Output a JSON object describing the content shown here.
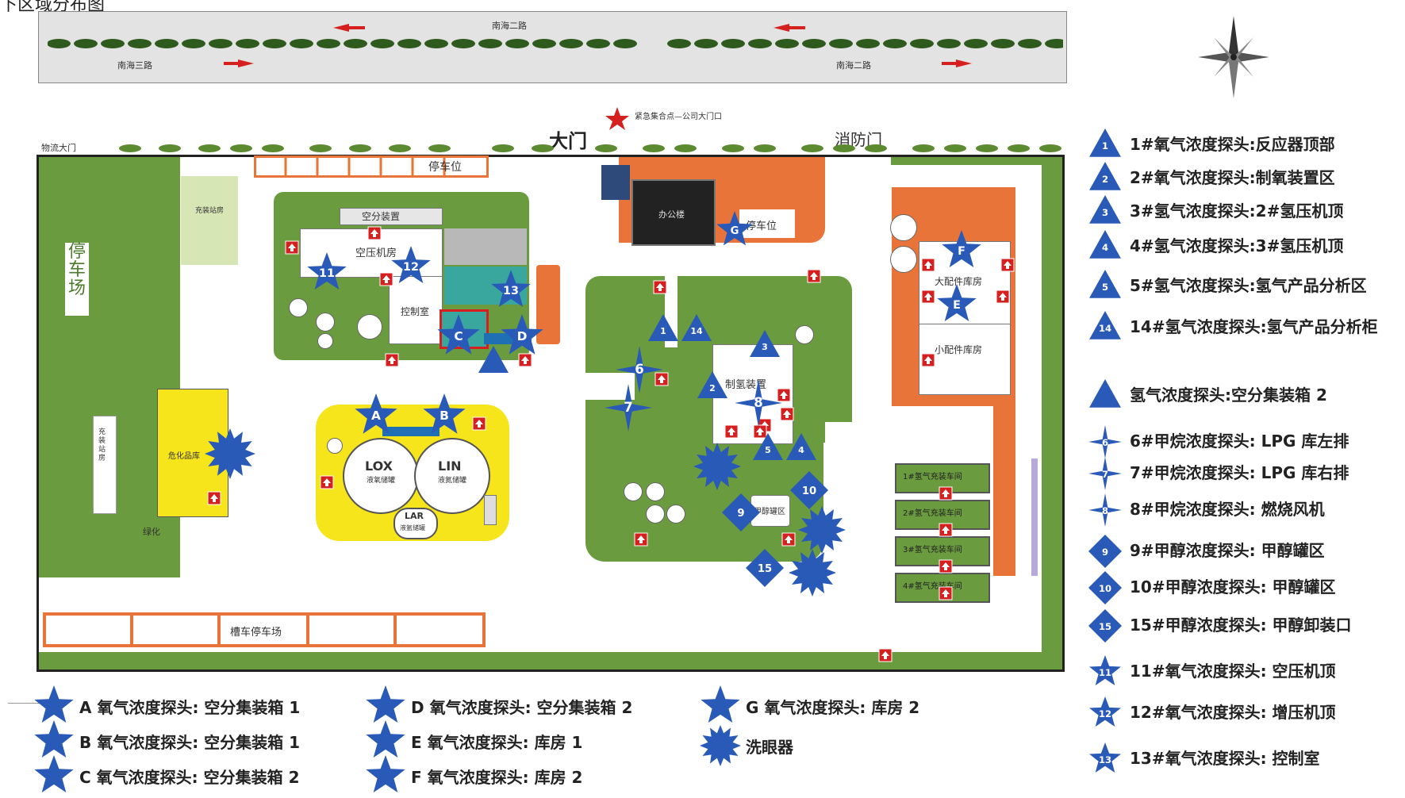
{
  "top_fragment": "下区域分布图",
  "road": {
    "name_top": "南海二路",
    "name_left": "南海三路",
    "name_right": "南海二路"
  },
  "colors": {
    "green": "#6a9b3e",
    "orange": "#e8743a",
    "yellow": "#f5e51a",
    "marker_blue": "#2a5ab8",
    "red": "#d62020"
  },
  "gates": {
    "main_gate": "大门",
    "fire_gate": "消防门",
    "left_gate": "物流大门",
    "assembly_note": "紧急集合点—公司大门口"
  },
  "areas": {
    "parking_lot": "停车场",
    "parking_top": "停车位",
    "parking_right": "停车位",
    "parking_bottom": "槽车停车场",
    "office": "办公楼",
    "compressor_room": "空压机房",
    "control_room": "控制室",
    "hydrogen_plant": "制氢装置",
    "warehouse_big": "大配件库房",
    "warehouse_small": "小配件库房",
    "methanol_tank": "甲醇罐区",
    "lox": "LOX",
    "lin": "LIN",
    "lox_sub": "液氧储罐",
    "lin_sub": "液氮储罐",
    "lar": "LAR",
    "lar_sub": "液氩储罐",
    "bottom_label": "绿化",
    "yellow_left": "危化品库",
    "left_strip": "充装站房",
    "storage_1": "1#氢气充装车间",
    "storage_2": "2#氢气充装车间",
    "storage_3": "3#氢气充装车间",
    "storage_4": "4#氢气充装车间"
  },
  "legend_right": [
    {
      "text": "1#氧气浓度探头:反应器顶部",
      "icon": "triangle-icon",
      "mark": "1"
    },
    {
      "text": "2#氧气浓度探头:制氧装置区",
      "icon": "triangle-icon",
      "mark": "2"
    },
    {
      "text": "3#氢气浓度探头:2#氢压机顶",
      "icon": "triangle-icon",
      "mark": "3"
    },
    {
      "text": "4#氢气浓度探头:3#氢压机顶",
      "icon": "triangle-icon",
      "mark": "4"
    },
    {
      "text": "5#氢气浓度探头:氢气产品分析区",
      "icon": "triangle-icon",
      "mark": "5"
    },
    {
      "text": "14#氢气浓度探头:氢气产品分析柜",
      "icon": "triangle-icon",
      "mark": "14"
    },
    {
      "text": "氢气浓度探头:空分集装箱 2",
      "icon": "triangle-icon",
      "mark": ""
    },
    {
      "text": "6#甲烷浓度探头: LPG 库左排",
      "icon": "four-point-star-icon",
      "mark": "6"
    },
    {
      "text": "7#甲烷浓度探头: LPG 库右排",
      "icon": "four-point-star-icon",
      "mark": "7"
    },
    {
      "text": "8#甲烷浓度探头: 燃烧风机",
      "icon": "four-point-star-icon",
      "mark": "8"
    },
    {
      "text": "9#甲醇浓度探头: 甲醇罐区",
      "icon": "diamond-icon",
      "mark": "9"
    },
    {
      "text": "10#甲醇浓度探头: 甲醇罐区",
      "icon": "diamond-icon",
      "mark": "10"
    },
    {
      "text": "15#甲醇浓度探头: 甲醇卸装口",
      "icon": "diamond-icon",
      "mark": "15"
    },
    {
      "text": "11#氧气浓度探头: 空压机顶",
      "icon": "star-icon",
      "mark": "11"
    },
    {
      "text": "12#氧气浓度探头: 增压机顶",
      "icon": "star-icon",
      "mark": "12"
    },
    {
      "text": "13#氧气浓度探头: 控制室",
      "icon": "star-icon",
      "mark": "13"
    }
  ],
  "legend_bottom": [
    {
      "text": "A 氧气浓度探头: 空分集装箱 1",
      "icon": "star-icon"
    },
    {
      "text": "B 氧气浓度探头: 空分集装箱 1",
      "icon": "star-icon"
    },
    {
      "text": "C 氧气浓度探头: 空分集装箱 2",
      "icon": "star-icon"
    },
    {
      "text": "D 氧气浓度探头: 空分集装箱 2",
      "icon": "star-icon"
    },
    {
      "text": "E 氧气浓度探头: 库房 1",
      "icon": "star-icon"
    },
    {
      "text": "F 氧气浓度探头: 库房 2",
      "icon": "star-icon"
    },
    {
      "text": "G 氧气浓度探头: 库房 2",
      "icon": "star-icon"
    },
    {
      "text": "洗眼器",
      "icon": "burst-icon"
    }
  ],
  "map_markers": {
    "A": "A",
    "B": "B",
    "C": "C",
    "D": "D",
    "E": "E",
    "F": "F",
    "G": "G",
    "n6": "6",
    "n7": "7",
    "n8": "8",
    "n9": "9",
    "n10": "10",
    "n11": "11",
    "n12": "12",
    "n13": "13",
    "n15": "15"
  }
}
